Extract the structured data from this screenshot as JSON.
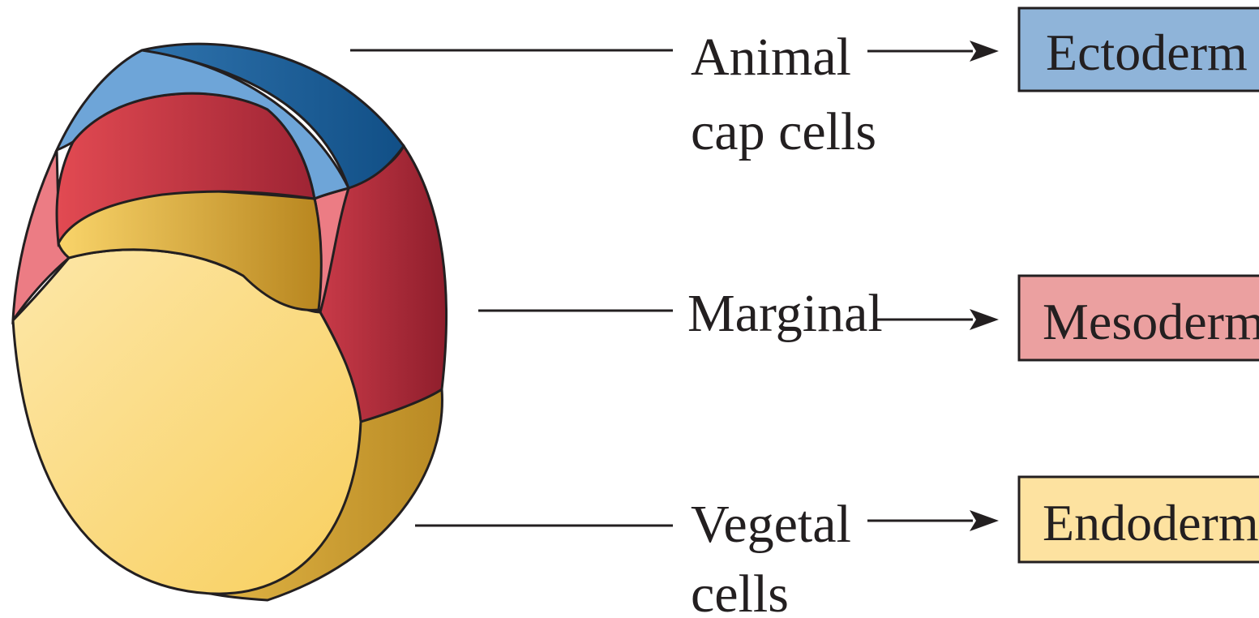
{
  "regions": [
    {
      "id": "animal",
      "lines": [
        "Animal",
        "cap cells"
      ]
    },
    {
      "id": "marginal",
      "lines": [
        "Marginal"
      ]
    },
    {
      "id": "vegetal",
      "lines": [
        "Vegetal",
        "cells"
      ]
    }
  ],
  "germ_layers": [
    {
      "id": "ectoderm",
      "label": "Ectoderm",
      "color": "#8fb4d9"
    },
    {
      "id": "mesoderm",
      "label": "Mesoderm",
      "color": "#eba0a0"
    },
    {
      "id": "endoderm",
      "label": "Endoderm",
      "color": "#fde2a0"
    }
  ],
  "embryo_colors": {
    "ectoderm_dark": "#1e5f96",
    "ectoderm_light": "#6fa5d8",
    "mesoderm_dark": "#a52a3a",
    "mesoderm_light": "#e47a80",
    "endoderm_dark": "#b78a2a",
    "endoderm_light": "#fdd775"
  }
}
